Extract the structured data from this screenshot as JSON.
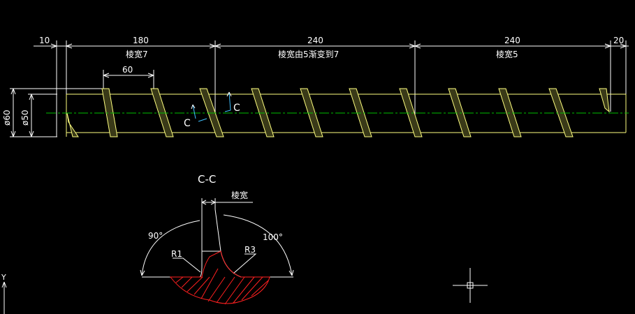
{
  "dimensions": {
    "d1": "10",
    "d2": "180",
    "d3": "240",
    "d4": "240",
    "d5": "20",
    "pitch": "60",
    "dia_outer": "ø60",
    "dia_inner": "ø50"
  },
  "zones": {
    "z1": "棱宽7",
    "z2": "棱宽由5渐变到7",
    "z3": "棱宽5"
  },
  "section": {
    "cut_label": "C",
    "title": "C-C",
    "land_label": "棱宽",
    "angle_left": "90°",
    "angle_right": "100°",
    "r1": "R1",
    "r3": "R3"
  },
  "ucs": {
    "y_label": "Y"
  },
  "colors": {
    "background": "#000000",
    "screw": "#ffff80",
    "centerline": "#00c000",
    "hatch": "#ff2020",
    "dimension": "#ffffff",
    "cut_marker": "#40c0ff"
  }
}
